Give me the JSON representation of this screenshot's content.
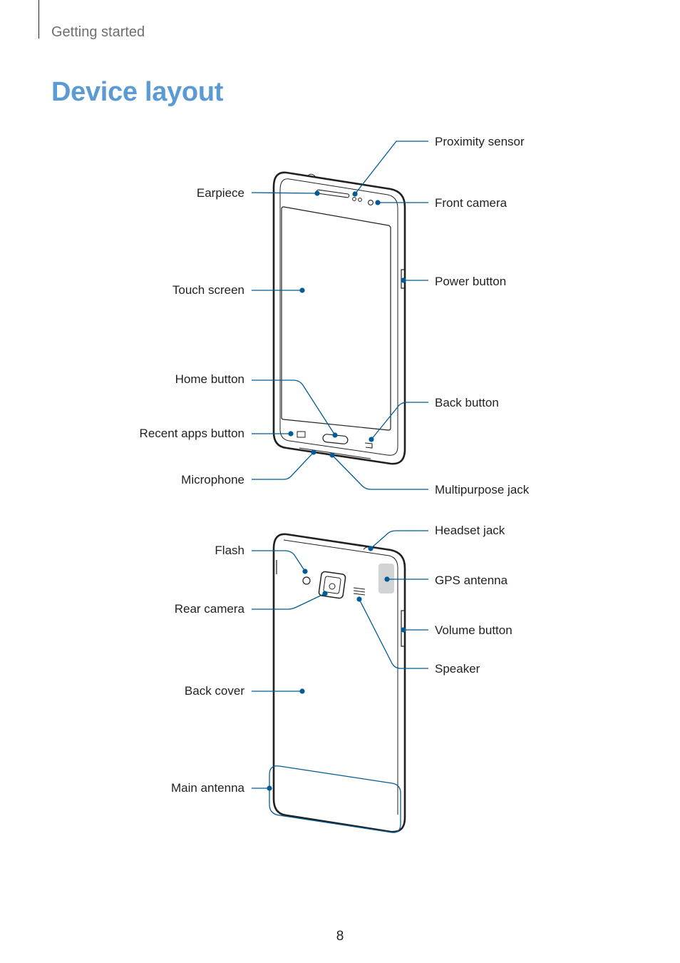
{
  "header": {
    "section": "Getting started"
  },
  "title": "Device layout",
  "front_view": {
    "labels": {
      "proximity_sensor": "Proximity sensor",
      "earpiece": "Earpiece",
      "front_camera": "Front camera",
      "touch_screen": "Touch screen",
      "power_button": "Power button",
      "home_button": "Home button",
      "back_button": "Back button",
      "recent_apps_button": "Recent apps button",
      "microphone": "Microphone",
      "multipurpose_jack": "Multipurpose jack"
    }
  },
  "back_view": {
    "labels": {
      "headset_jack": "Headset jack",
      "flash": "Flash",
      "gps_antenna": "GPS antenna",
      "rear_camera": "Rear camera",
      "volume_button": "Volume button",
      "speaker": "Speaker",
      "back_cover": "Back cover",
      "main_antenna": "Main antenna"
    }
  },
  "colors": {
    "title": "#5b9bd5",
    "leader": "#005b96",
    "text": "#231f20"
  },
  "page_number": "8"
}
